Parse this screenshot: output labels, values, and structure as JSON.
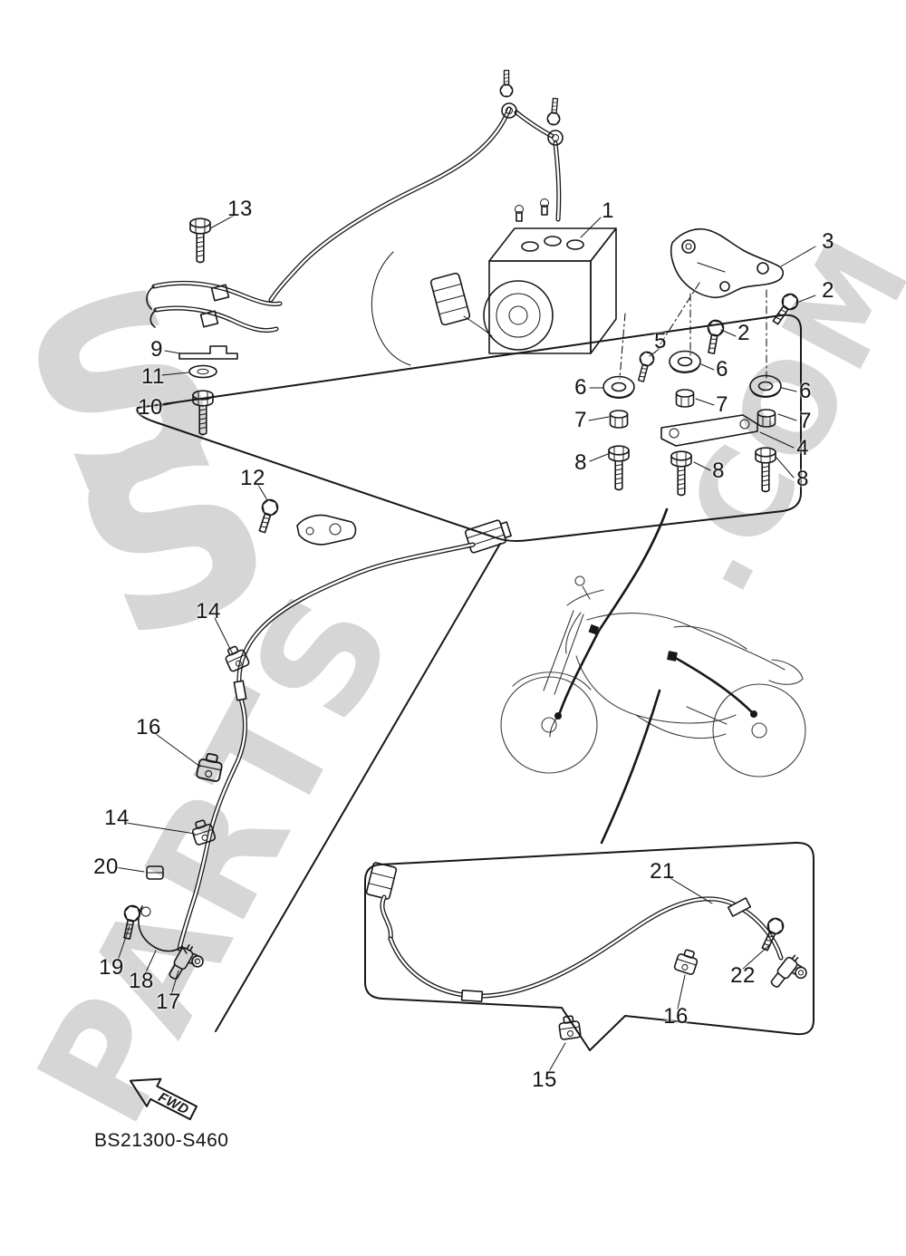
{
  "diagram_code": "BS21300-S460",
  "fwd_label": "FWD",
  "watermark": {
    "s1": "S",
    "s2": "S",
    "parts": "PARTS",
    "dotcom": ".COM"
  },
  "colors": {
    "line": "#171717",
    "watermark": "#d6d6d6",
    "background": "#ffffff"
  },
  "callouts": [
    {
      "label": "13"
    },
    {
      "label": "1"
    },
    {
      "label": "3"
    },
    {
      "label": "2"
    },
    {
      "label": "2"
    },
    {
      "label": "5"
    },
    {
      "label": "9"
    },
    {
      "label": "6"
    },
    {
      "label": "11"
    },
    {
      "label": "6"
    },
    {
      "label": "6"
    },
    {
      "label": "7"
    },
    {
      "label": "10"
    },
    {
      "label": "7"
    },
    {
      "label": "7"
    },
    {
      "label": "4"
    },
    {
      "label": "8"
    },
    {
      "label": "8"
    },
    {
      "label": "8"
    },
    {
      "label": "12"
    },
    {
      "label": "14"
    },
    {
      "label": "16"
    },
    {
      "label": "14"
    },
    {
      "label": "20"
    },
    {
      "label": "21"
    },
    {
      "label": "19"
    },
    {
      "label": "18"
    },
    {
      "label": "17"
    },
    {
      "label": "22"
    },
    {
      "label": "16"
    },
    {
      "label": "15"
    }
  ]
}
